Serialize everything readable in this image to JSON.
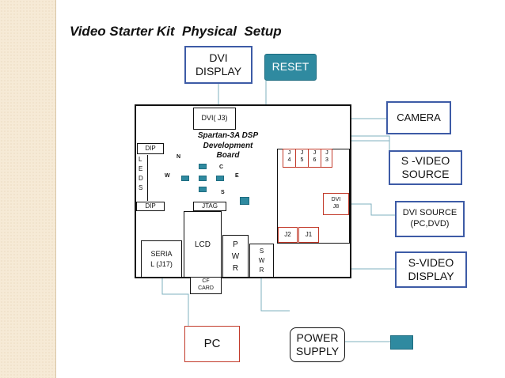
{
  "title": "Video Starter Kit  Physical  Setup",
  "labels": {
    "dvi_display": "DVI DISPLAY",
    "reset": "RESET",
    "camera": "CAMERA",
    "svideo_source": "S -VIDEO SOURCE",
    "dvi_source": "DVI SOURCE (PC,DVD)",
    "svideo_display": "S-VIDEO DISPLAY",
    "pc": "PC",
    "power_supply": "POWER SUPPLY",
    "dvi_j3": "DVI( J3)",
    "board_name": "Spartan-3A DSP Development Board",
    "dip_top": "DIP",
    "leds": "L E D S",
    "dip_bottom": "DIP",
    "jtag": "JTAG",
    "lcd": "LCD",
    "serial": "SERIA L (J17)",
    "cf_card": "CF CARD",
    "pwr": "P W R",
    "swr": "S W R",
    "j2": "J2",
    "j1": "J1",
    "dvi_j8": "DVI J8",
    "j4": "J 4",
    "j5": "J 5",
    "j6": "J 6",
    "j3_conn": "J 3",
    "nav_n": "N",
    "nav_w": "W",
    "nav_c": "C",
    "nav_e": "E",
    "nav_s": "S"
  },
  "colors": {
    "box_border": "#3d5ba6",
    "accent": "#2f8aa0",
    "board": "#111111",
    "highlight": "#c23a2a",
    "wire": "#7fb0bf"
  }
}
